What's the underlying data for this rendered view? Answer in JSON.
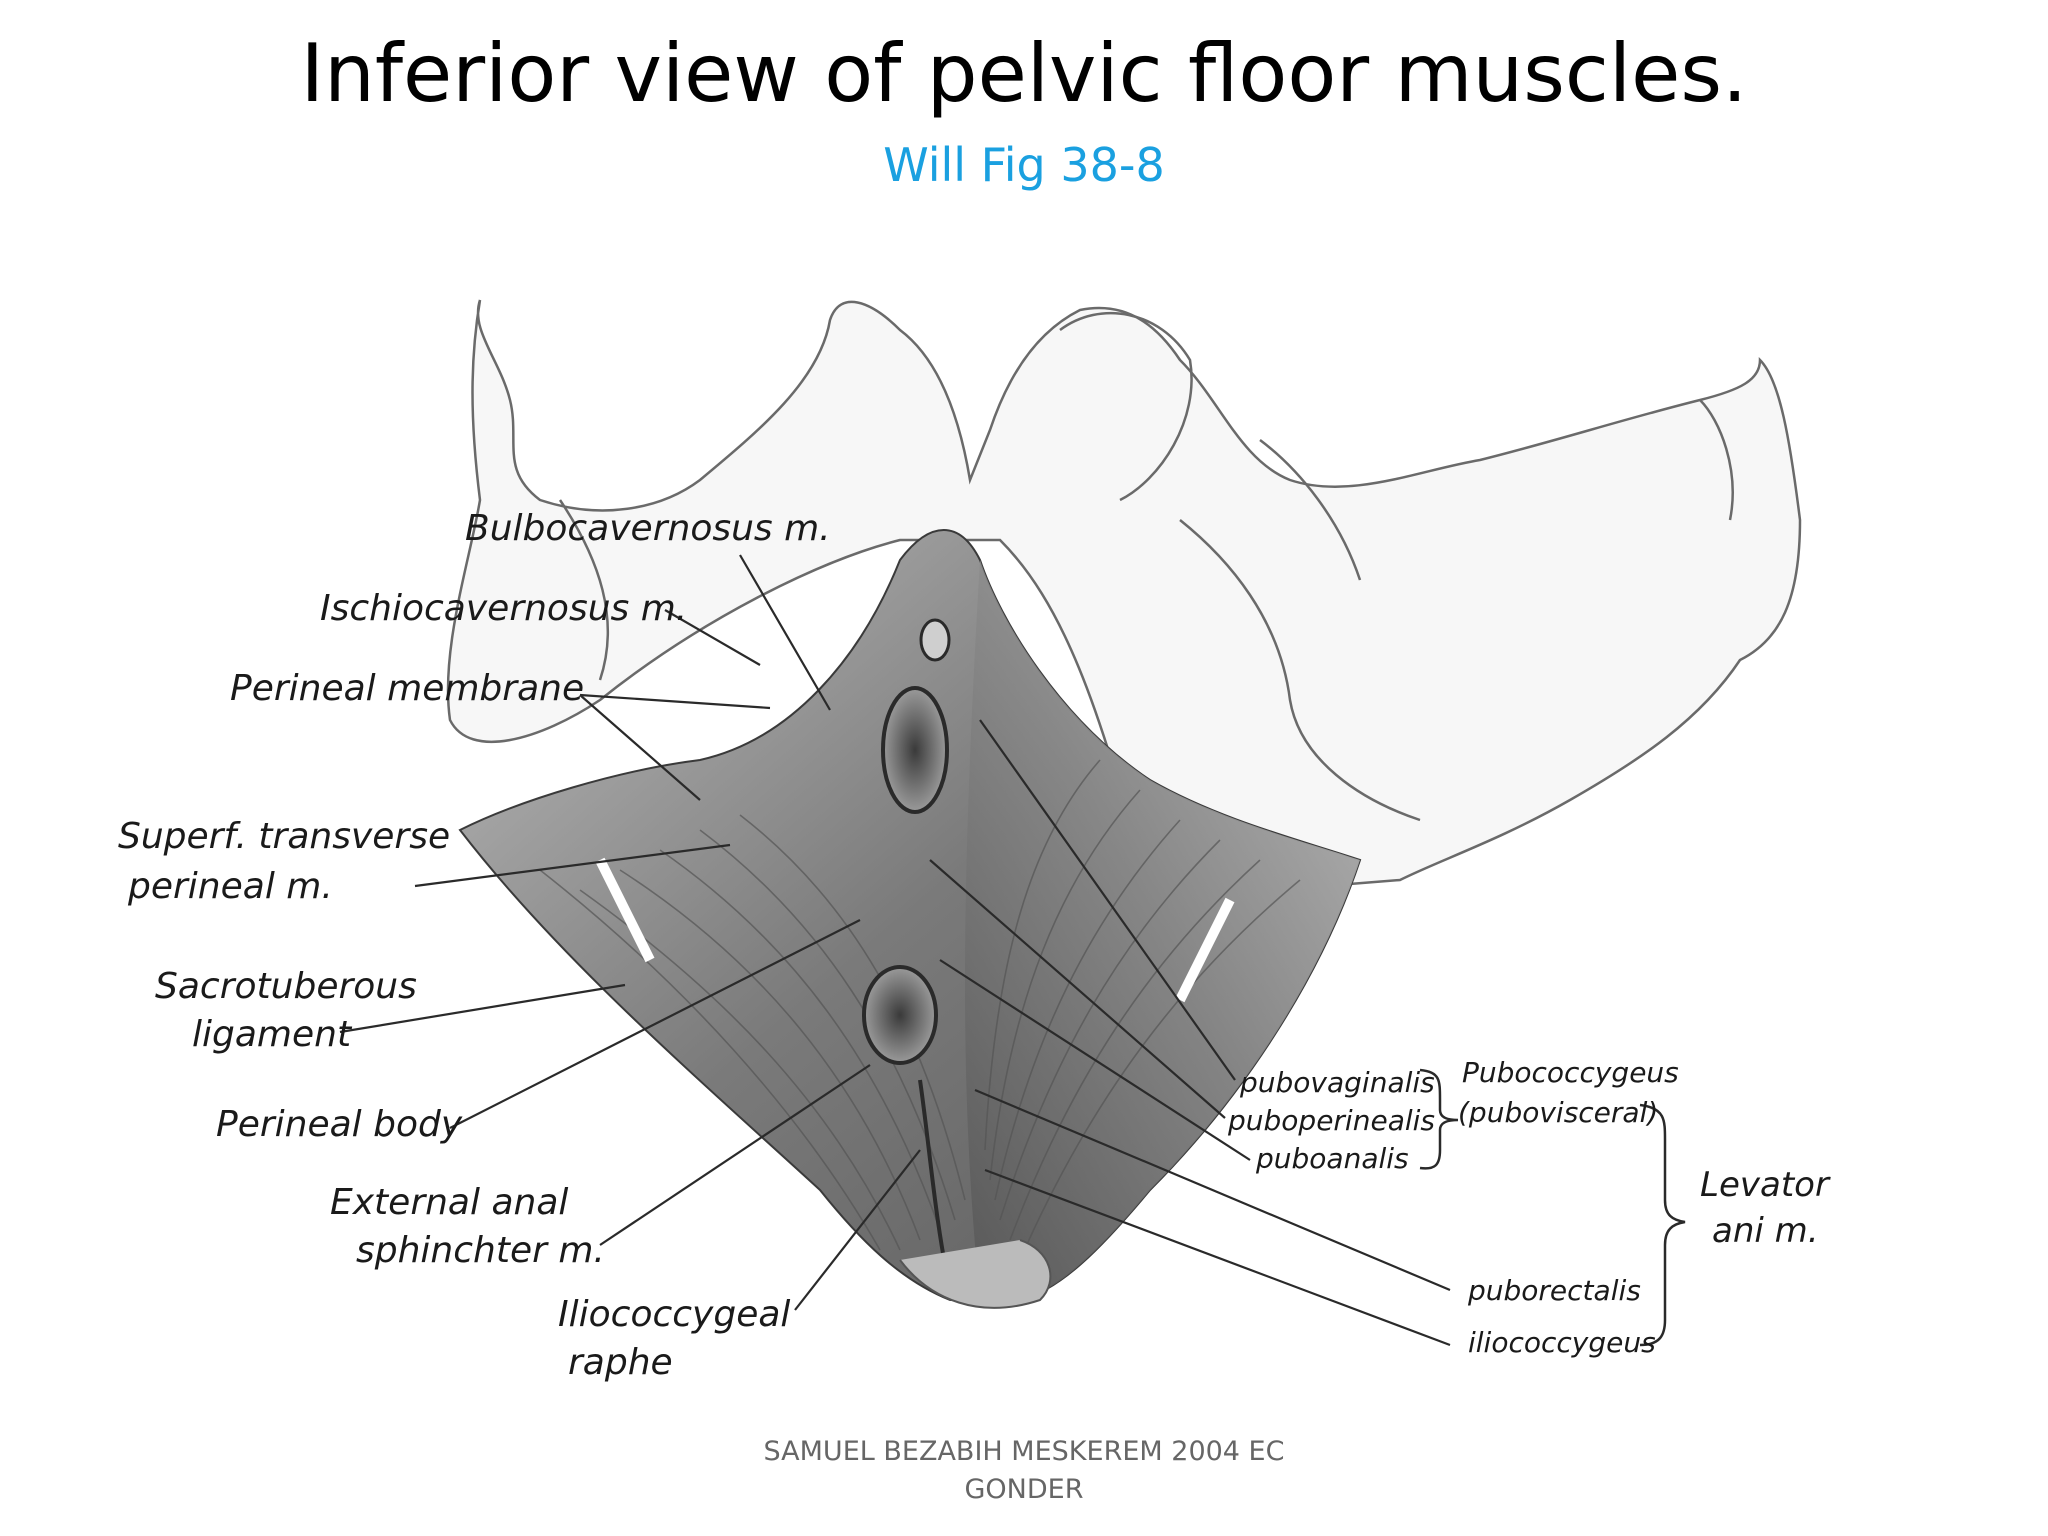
{
  "title": "Inferior view of pelvic floor muscles.",
  "subtitle": "Will Fig 38-8",
  "colors": {
    "subtitle": "#1aa0e0",
    "label": "#1a1a1a",
    "footer": "#666666",
    "muscle_dark": "#4a4a4a",
    "muscle_mid": "#8a8a8a",
    "bone": "#f4f4f4"
  },
  "labels": {
    "bulbocavernosus": "Bulbocavernosus m.",
    "ischiocavernosus": "Ischiocavernosus m.",
    "perineal_membrane": "Perineal membrane",
    "superf_transverse_1": "Superf. transverse",
    "superf_transverse_2": "perineal m.",
    "sacrotuberous_1": "Sacrotuberous",
    "sacrotuberous_2": "ligament",
    "perineal_body": "Perineal body",
    "external_anal_1": "External anal",
    "external_anal_2": "sphinchter m.",
    "iliococcygeal_raphe_1": "Iliococcygeal",
    "iliococcygeal_raphe_2": "raphe",
    "pubovaginalis": "pubovaginalis",
    "puboperinealis": "puboperinealis",
    "puboanalis": "puboanalis",
    "pubococcygeus_1": "Pubococcygeus",
    "pubococcygeus_2": "(pubovisceral)",
    "levator_1": "Levator",
    "levator_2": "ani m.",
    "puborectalis": "puborectalis",
    "iliococcygeus": "iliococcygeus"
  },
  "footer": {
    "line1": "SAMUEL BEZABIH MESKEREM 2004 EC",
    "line2": "GONDER"
  }
}
